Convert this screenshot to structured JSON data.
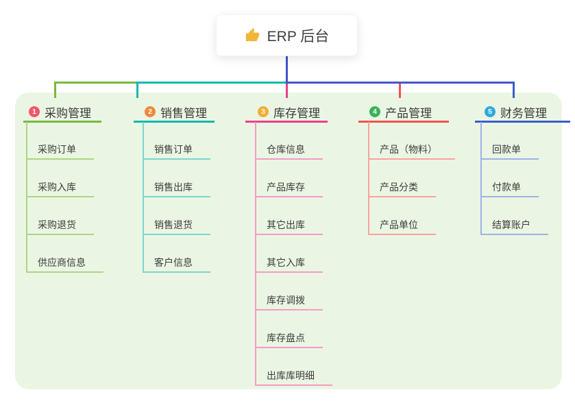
{
  "root": {
    "label": "ERP 后台",
    "icon": "thumbs-up",
    "icon_color": "#f2b636",
    "connector_color": "#4254cb"
  },
  "canvas": {
    "background": "#ffffff",
    "panel_color": "#eaf6e3",
    "text_color": "#3d3d3d"
  },
  "branches": [
    {
      "badge": "1",
      "label": "采购管理",
      "badge_color": "#f3586a",
      "line_color": "#76b93f",
      "light_color": "#aad584",
      "children": [
        "采购订单",
        "采购入库",
        "采购退货",
        "供应商信息"
      ]
    },
    {
      "badge": "2",
      "label": "销售管理",
      "badge_color": "#f1883c",
      "line_color": "#12b7ae",
      "light_color": "#7ad5cc",
      "children": [
        "销售订单",
        "销售出库",
        "销售退货",
        "客户信息"
      ]
    },
    {
      "badge": "3",
      "label": "库存管理",
      "badge_color": "#f5ad32",
      "line_color": "#ea3f8d",
      "light_color": "#f59ac5",
      "children": [
        "仓库信息",
        "产品库存",
        "其它出库",
        "其它入库",
        "库存调拨",
        "库存盘点",
        "出库库明细"
      ]
    },
    {
      "badge": "4",
      "label": "产品管理",
      "badge_color": "#39b457",
      "line_color": "#f4514e",
      "light_color": "#f9a19d",
      "children": [
        "产品（物料）",
        "产品分类",
        "产品单位"
      ]
    },
    {
      "badge": "5",
      "label": "财务管理",
      "badge_color": "#31a9dd",
      "line_color": "#3a5ccd",
      "light_color": "#9db1e8",
      "children": [
        "回款单",
        "付款单",
        "结算账户"
      ]
    }
  ]
}
